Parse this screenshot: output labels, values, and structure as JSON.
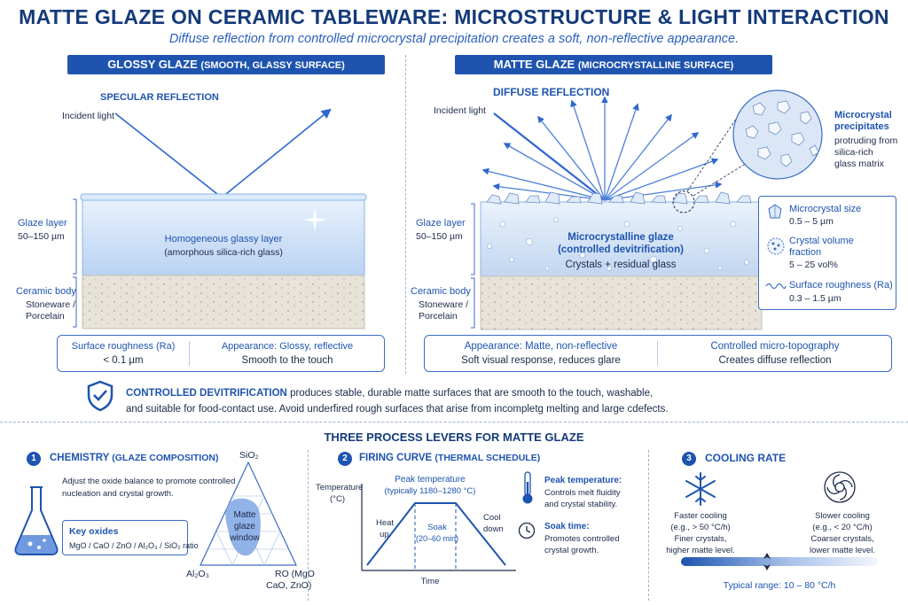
{
  "header": {
    "title": "MATTE GLAZE ON CERAMIC TABLEWARE: MICROSTRUCTURE & LIGHT INTERACTION",
    "subtitle": "Diffuse reflection from controlled microcrystal precipitation creates a soft, non-reflective appearance."
  },
  "glossy": {
    "pill_main": "GLOSSY GLAZE",
    "pill_sub": "(SMOOTH, GLASSY SURFACE)",
    "reflection_label": "SPECULAR REFLECTION",
    "incident": "Incident light",
    "glaze_layer": "Glaze layer",
    "glaze_thickness": "50–150 µm",
    "layer_title": "Homogeneous glassy layer",
    "layer_sub": "(amorphous silica-rich glass)",
    "body_label": "Ceramic body",
    "body_sub1": "Stoneware /",
    "body_sub2": "Porcelain",
    "info_left_head": "Surface roughness (Ra)",
    "info_left_val": "< 0.1 µm",
    "info_right_head": "Appearance: Glossy, reflective",
    "info_right_val": "Smooth to the touch"
  },
  "matte": {
    "pill_main": "MATTE GLAZE",
    "pill_sub": "(MICROCRYSTALLINE SURFACE)",
    "reflection_label": "DIFFUSE REFLECTION",
    "incident": "Incident light",
    "glaze_layer": "Glaze layer",
    "glaze_thickness": "50–150 µm",
    "layer_title1": "Microcrystalline glaze",
    "layer_title2": "(controlled devitrification)",
    "layer_sub": "Crystals + residual glass",
    "body_label": "Ceramic body",
    "body_sub1": "Stoneware /",
    "body_sub2": "Porcelain",
    "zoom_head1": "Microcrystal",
    "zoom_head2": "precipitates",
    "zoom_sub1": "protruding from",
    "zoom_sub2": "silica-rich",
    "zoom_sub3": "glass matrix",
    "info_left_head": "Appearance: Matte, non-reflective",
    "info_left_val": "Soft visual response, reduces glare",
    "info_right_head": "Controlled micro-topography",
    "info_right_val": "Creates diffuse reflection"
  },
  "props": {
    "size_head": "Microcrystal size",
    "size_val": "0.5 – 5 µm",
    "frac_head1": "Crystal volume",
    "frac_head2": "fraction",
    "frac_val": "5 – 25 vol%",
    "rough_head": "Surface roughness (Ra)",
    "rough_val": "0.3 – 1.5 µm"
  },
  "devit": {
    "lead": "CONTROLLED DEVITRIFICATION",
    "line1": "produces stable, durable matte surfaces that are smooth to the touch, washable,",
    "line2": "and suitable for food-contact use.   Avoid underfired rough surfaces that arise from incompletg melting and large cdefects."
  },
  "levers": {
    "title": "THREE PROCESS LEVERS FOR MATTE GLAZE",
    "chem": {
      "num": "1",
      "head": "CHEMISTRY",
      "head_sub": "(GLAZE COMPOSITION)",
      "desc1": "Adjust the oxide balance to promote controlled",
      "desc2": "nucleation and crystal growth.",
      "oxides_head": "Key oxides",
      "oxides_val": "MgO / CaO / ZnO / Al₂O₃ / SiO₂ ratio",
      "tri_top": "SiO₂",
      "tri_left": "Al₂O₃",
      "tri_right1": "RO (MgO",
      "tri_right2": "CaO, ZnO)",
      "window1": "Matte",
      "window2": "glaze",
      "window3": "window"
    },
    "firing": {
      "num": "2",
      "head": "FIRING CURVE",
      "head_sub": "(THERMAL SCHEDULE)",
      "y_label1": "Temperature",
      "y_label2": "(°C)",
      "x_label": "Time",
      "peak_head": "Peak temperature",
      "peak_sub": "(typically 1180–1280 °C)",
      "heat1": "Heat",
      "heat2": "up",
      "soak1": "Soak",
      "soak2": "(20–60 min)",
      "cool1": "Cool",
      "cool2": "down",
      "peak_note_head": "Peak temperature:",
      "peak_note1": "Controls melt fluidity",
      "peak_note2": "and crystal stability.",
      "soak_note_head": "Soak time:",
      "soak_note1": "Promotes controlled",
      "soak_note2": "crystal growth."
    },
    "cooling": {
      "num": "3",
      "head": "COOLING RATE",
      "fast1": "Faster cooling",
      "fast2": "(e.g., > 50 °C/h)",
      "fast3": "Finer crystals,",
      "fast4": "higher matte level.",
      "slow1": "Slower cooling",
      "slow2": "(e.g., < 20 °C/h)",
      "slow3": "Coarser crystals,",
      "slow4": "lower matte level.",
      "range": "Typical range: 10 – 80 °C/h"
    }
  },
  "colors": {
    "accent": "#1e54b0",
    "title": "#143a7a",
    "glaze": "#cfe0f6",
    "body": "#e7e2d8"
  }
}
